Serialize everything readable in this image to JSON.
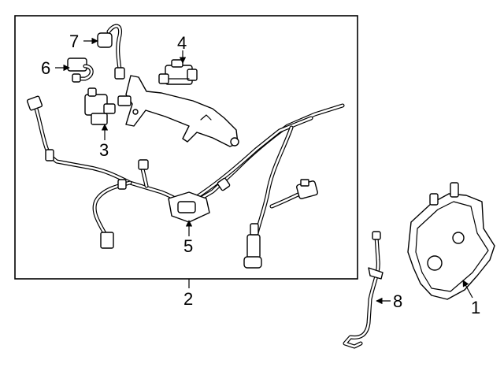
{
  "callouts": [
    {
      "id": "1",
      "label": "1"
    },
    {
      "id": "2",
      "label": "2"
    },
    {
      "id": "3",
      "label": "3"
    },
    {
      "id": "4",
      "label": "4"
    },
    {
      "id": "5",
      "label": "5"
    },
    {
      "id": "6",
      "label": "6"
    },
    {
      "id": "7",
      "label": "7"
    },
    {
      "id": "8",
      "label": "8"
    }
  ]
}
